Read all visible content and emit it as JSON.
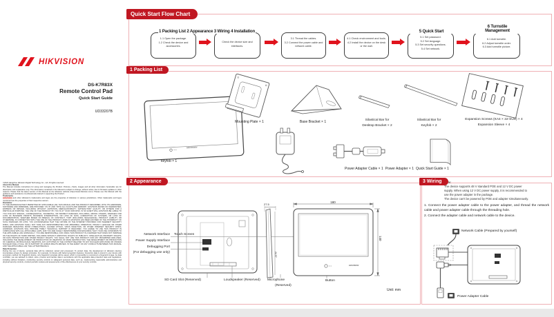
{
  "cover": {
    "brand": "HIKVISION",
    "model": "DS-K7R83X",
    "product": "Remote  Control  Pad",
    "guide": "Quick  Start  Guide",
    "doc_code": "UD33207B"
  },
  "legal": {
    "copyright": "©2023 Hangzhou Hikvision Digital Technology Co., Ltd. All rights reserved.",
    "about_title": "About this Manual",
    "about_body": "The Manual includes instructions for using and managing the Product. Pictures, charts, images and all other information hereinafter are for description and explanation only. The information contained in the Manual is subject to change, without notice, due to firmware updates or other reasons. Please find the latest version of this Manual at the Hikvision website (https://www.hikvision.com/). Please use this Manual with the guidance and assistance of professionals trained in supporting the Product.",
    "trademarks_title": "Trademarks",
    "trademark_word": "HIKVISION",
    "trademarks_body": " and other Hikvision's trademarks and logos are the properties of Hikvision in various jurisdictions. Other trademarks and logos mentioned are the properties of their respective owners.",
    "disclaimer_title": "Disclaimer",
    "disclaimer_body": "TO THE MAXIMUM EXTENT PERMITTED BY APPLICABLE LAW, THIS MANUAL AND THE PRODUCT DESCRIBED, WITH ITS HARDWARE, SOFTWARE AND FIRMWARE, ARE PROVIDED \"AS IS\" AND \"WITH ALL FAULTS AND ERRORS\". HIKVISION MAKES NO WARRANTIES, EXPRESS OR IMPLIED, INCLUDING WITHOUT LIMITATION, MERCHANTABILITY, SATISFACTORY QUALITY, OR FITNESS FOR A PARTICULAR PURPOSE. THE USE OF THE PRODUCT BY YOU IS AT YOUR OWN RISK. IN NO EVENT WILL HIKVISION BE LIABLE TO YOU FOR ANY SPECIAL, CONSEQUENTIAL, INCIDENTAL, OR INDIRECT DAMAGES, INCLUDING, AMONG OTHERS, DAMAGES FOR LOSS OF BUSINESS PROFITS, BUSINESS INTERRUPTION, OR LOSS OF DATA, CORRUPTION OF SYSTEMS, OR LOSS OF DOCUMENTATION, WHETHER BASED ON BREACH OF CONTRACT, TORT (INCLUDING NEGLIGENCE), PRODUCT LIABILITY, OR OTHERWISE, IN CONNECTION WITH THE USE OF THE PRODUCT, EVEN IF HIKVISION HAS BEEN ADVISED OF THE POSSIBILITY OF SUCH DAMAGES OR LOSS. YOU ACKNOWLEDGE THAT THE NATURE OF THE INTERNET PROVIDES FOR INHERENT SECURITY RISKS, AND HIKVISION SHALL NOT TAKE ANY RESPONSIBILITIES FOR ABNORMAL OPERATION, PRIVACY LEAKAGE OR OTHER DAMAGES RESULTING FROM CYBER-ATTACK, HACKER ATTACK, VIRUS INFECTION, OR OTHER INTERNET SECURITY RISKS; HOWEVER, HIKVISION WILL PROVIDE TIMELY TECHNICAL SUPPORT IF REQUIRED. YOU AGREE TO USE THIS PRODUCT IN COMPLIANCE WITH ALL APPLICABLE LAWS, AND YOU ARE SOLELY RESPONSIBLE FOR ENSURING THAT YOUR USE CONFORMS TO THE APPLICABLE LAW. ESPECIALLY, YOU ARE RESPONSIBLE, FOR USING THIS PRODUCT IN A MANNER THAT DOES NOT INFRINGE ON THE RIGHTS OF THIRD PARTIES, INCLUDING WITHOUT LIMITATION, RIGHTS OF PUBLICITY, INTELLECTUAL PROPERTY RIGHTS, OR DATA PROTECTION AND OTHER PRIVACY RIGHTS. YOU SHALL NOT USE THIS PRODUCT FOR ANY PROHIBITED END-USES, INCLUDING THE DEVELOPMENT OR PRODUCTION OF WEAPONS OF MASS DESTRUCTION, THE DEVELOPMENT OR PRODUCTION OF CHEMICAL OR BIOLOGICAL WEAPONS, ANY ACTIVITIES IN THE CONTEXT RELATED TO ANY NUCLEAR EXPLOSIVE OR UNSAFE NUCLEAR FUEL-CYCLE, OR IN SUPPORT OF HUMAN RIGHTS ABUSES. IN THE EVENT OF ANY CONFLICTS BETWEEN THIS MANUAL AND THE APPLICABLE LAW, THE LATTER PREVAILS.",
    "data_title": "Data Protection",
    "data_body": "During the use of device, personal data will be collected, stored and processed. To protect data, the development of Hikvision devices incorporates privacy by design principles. For example, for device with facial recognition features, biometrics data is stored in your device with encryption method; for fingerprint device, only fingerprint template will be saved, which is impossible to reconstruct a fingerprint image. As data controller, you are advised to collect, store, process and transfer data in accordance with the applicable data protection laws and regulations, including without limitation, conducting security controls to safeguard personal data, such as, implementing reasonable administrative and physical security controls, conduct periodic reviews and assessments of the effectiveness of your security controls."
  },
  "flowchart": {
    "title": "Quick Start Flow Chart",
    "heading": "1 Packing List  2 Appearance  3 Wiring  4 Installation",
    "box5_title": "5 Quick Start",
    "box6_title_1": "6 Turnstile",
    "box6_title_2": "Management",
    "boxes": [
      {
        "lines": [
          "1.1 Open the package.",
          "1.2 Check the device and accessories."
        ]
      },
      {
        "lines": [
          "Check the device size and interfaces."
        ]
      },
      {
        "lines": [
          "3.1 Thread the cables.",
          "3.2 Connect the power cable and network cable."
        ]
      },
      {
        "lines": [
          "4.1 Check environment and tools.",
          "4.2 Install the device on the desk or the wall."
        ]
      },
      {
        "lines": [
          "5.1 Set password.",
          "5.2 Set language.",
          "5.3 Set security questions.",
          "5.4 Set network."
        ]
      },
      {
        "lines": [
          "6.1 Add turnstile.",
          "6.2 Adjust turnstile order.",
          "6.3 Add turnstile picture."
        ]
      }
    ]
  },
  "packing": {
    "title": "1 Packing List",
    "items": {
      "keyfob": "keyfob × 1",
      "mounting_plate": "Mounting Plate × 1",
      "base_bracket": "Base Bracket × 1",
      "bar_desktop_1": "Silastical Bar for",
      "bar_desktop_2": "Desktop Bracket × 2",
      "bar_keyfob_1": "Silastical Bar for",
      "bar_keyfob_2": "Keyfob × 2",
      "screws_1": "Expansion Screws (KA4 × 22-SUS) × 4",
      "screws_2": "Expansion Sleeve × 4",
      "adapter_cable": "Power Adapter Cable × 1",
      "adapter": "Power Adapter × 1",
      "guide": "Quick Start Guide × 1"
    }
  },
  "appearance": {
    "title": "2 Appearance",
    "labels": {
      "network": "Network Interface",
      "touch": "Touch Screen",
      "power": "Power Supply Interface",
      "debug": "Debugging Port",
      "debug2": "(For debugging use only)",
      "sd": "SD Card Slot (Reserved)",
      "loudspeaker": "Loudspeaker (Reserved)",
      "mic": "Microphone",
      "mic2": "(Reserved)",
      "button": "Button",
      "unit": "Unit: mm"
    },
    "dims": {
      "width": "180",
      "height": "140",
      "side_top": "27.5",
      "side_depth": "24.97"
    }
  },
  "wiring": {
    "title": "3 Wiring",
    "note_title": "Note:",
    "note_lines": [
      "The device supports 48 V standard POE and 12 V DC power",
      "supply. When using 12 V DC power supply, it is recommended to",
      "use the power adapter in the package.",
      "The device can't be powered by POE and adapter simultaneously."
    ],
    "steps": [
      "1. Connect the power adapter cable to the power adapter, and thread the network cable and power adapter cable through the threading hole.",
      "2. Connect the adapter cable and network cable to the device."
    ],
    "network_cable_label": "Network Cable (Prepared by yourself)",
    "power_cable_label": "Power Adapter Cable"
  },
  "colors": {
    "brand_red": "#e0131d",
    "banner_red": "#c01722",
    "border_pink": "#efb0b4",
    "arrow_red": "#e0131d"
  }
}
